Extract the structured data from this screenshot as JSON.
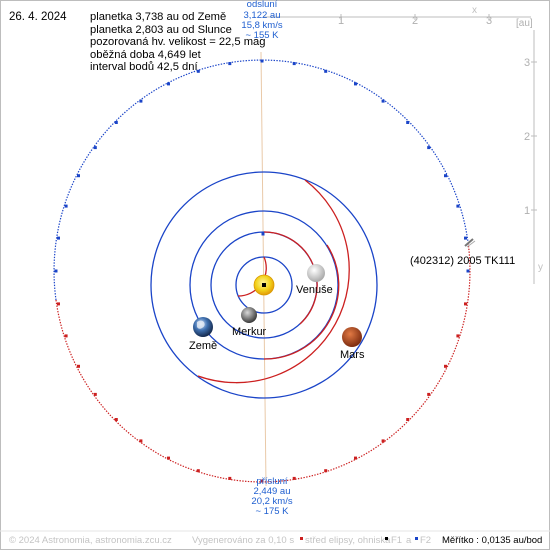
{
  "date": "26. 4. 2024",
  "info_lines": [
    "planetka 3,738 au od Země",
    "planetka 2,803 au od Slunce",
    "pozorovaná hv. velikost = 22,5 mag",
    "oběžná doba 4,649 let",
    "interval bodů 42,5 dní"
  ],
  "aphelion": {
    "title": "odsluní",
    "distance": "3,122 au",
    "speed": "15,8 km/s",
    "temperature": "~ 155 K"
  },
  "perihelion": {
    "title": "přísluní",
    "distance": "2,449 au",
    "speed": "20,2 km/s",
    "temperature": "~ 175 K"
  },
  "object_label": "(402312) 2005 TK111",
  "planets": {
    "venus": "Venuše",
    "mercury": "Merkur",
    "earth": "Země",
    "mars": "Mars"
  },
  "axis": {
    "unit": "[au]",
    "x_ticks": [
      "1",
      "2",
      "3"
    ],
    "y_ticks": [
      "3",
      "2",
      "1"
    ],
    "x_letter": "x",
    "y_letter": "y"
  },
  "footer": {
    "copyright": "© 2024 Astronomia, astronomia.zcu.cz",
    "generated": "Vygenerováno za 0,10 s",
    "legend_center": "střed elipsy, ohniska",
    "legend_f1": "F1",
    "legend_a": "a",
    "legend_f2": "F2",
    "scale": "Měřítko : 0,0135 au/bod"
  },
  "colors": {
    "aphelion_arc": "#1a44c8",
    "perihelion_arc": "#cc2020",
    "sun": "#f2d21a",
    "venus": "#e8e8e8",
    "mars": "#b8491e",
    "earth": "#4a78b0",
    "mercury": "#707070",
    "axis_gray": "#b5b5b5",
    "label_blue": "#1f5fd0"
  }
}
